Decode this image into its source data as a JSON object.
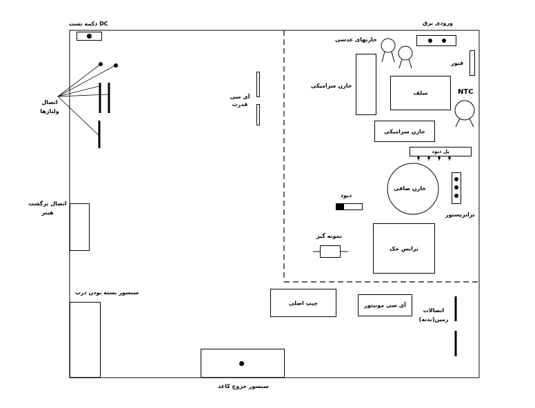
{
  "labels": {
    "dc_test_button": "دکمه تست DC",
    "power_input": "ورودی برق",
    "electrolytic_caps": "خازنهای عدسی",
    "fuse": "فیوز",
    "ceramic_cap_1": "خازن سرامیکی",
    "inductor": "سلف",
    "ntc": "NTC",
    "ceramic_cap_2": "خازن سرامیکی",
    "bridge_diode": "پل دیود",
    "filter_cap": "خازن صافی",
    "transistor": "ترانزیستور",
    "diode": "دیود",
    "sampler": "نمونه گیر",
    "bridge_transformer": "ترانس جک",
    "ac_power": "آی سی قدرت",
    "ac_power_line1": "آی سی",
    "ac_power_line2": "قدرت",
    "voltages_connection_line1": "اتصال",
    "voltages_connection_line2": "ولتاژها",
    "return_motor_line1": "اتصال برگشت",
    "return_motor_line2": "هیتر",
    "door_sensor": "سنسور بسته بودن درب",
    "main_switch": "چیپ اصلی",
    "ac_monitor": "آی سی مونیتور",
    "ground_line1": "اتصالات",
    "ground_line2": "زمین(بدنه)",
    "paper_out_sensor": "سنسور خروج کاغذ"
  }
}
